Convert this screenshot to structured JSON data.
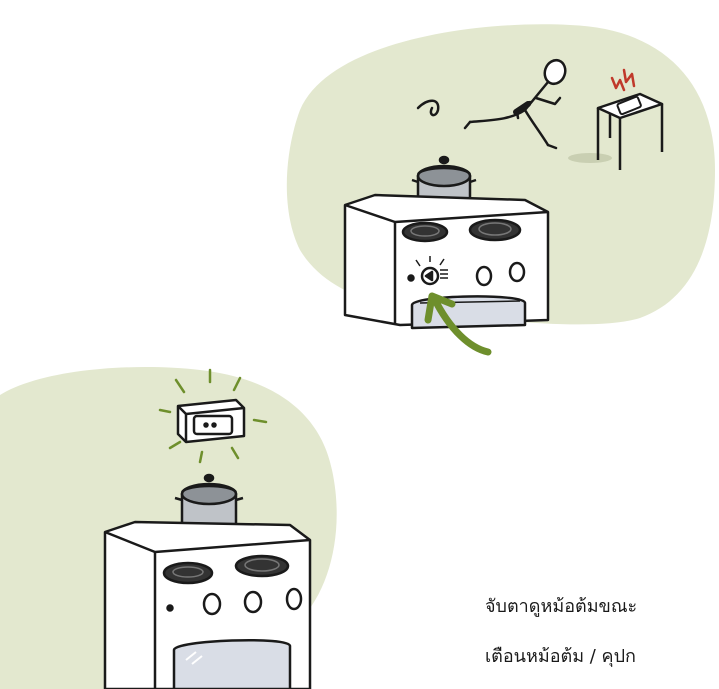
{
  "captions": {
    "line1": "จับตาดูหม้อต้มขณะ",
    "line2": "เตือนหม้อต้ม / คุปก"
  },
  "colors": {
    "background_blob": "#e3e8cf",
    "arrow": "#6e8f2c",
    "lightning": "#c0392b",
    "outline": "#1a1a1a",
    "oven_window": "#d9dde6"
  },
  "icons": {
    "scene1": [
      "blob",
      "stove",
      "pot",
      "running-person",
      "table",
      "phone",
      "lightning",
      "green-arrow"
    ],
    "scene2": [
      "blob",
      "stove",
      "pot",
      "glowing-alarm-box"
    ]
  }
}
